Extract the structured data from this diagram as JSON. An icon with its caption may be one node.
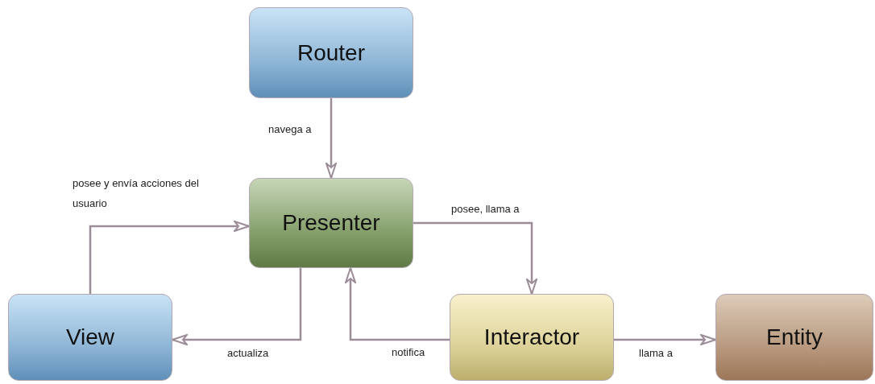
{
  "diagram": {
    "nodes": [
      {
        "text": [
          "Router"
        ]
      },
      {
        "text": [
          "Presenter"
        ]
      },
      {
        "text": [
          "View"
        ]
      },
      {
        "text": [
          "Interactor"
        ]
      },
      {
        "text": [
          "Entity"
        ]
      }
    ],
    "edges": [
      {
        "from": 0,
        "to": 1,
        "arrow": "to",
        "label": "navega a"
      },
      {
        "from": 2,
        "to": 1,
        "arrow": "to",
        "label": "posee y envía acciones del usuario"
      },
      {
        "from": 1,
        "to": 3,
        "arrow": "to",
        "label": "posee, llama a"
      },
      {
        "from": 1,
        "to": 2,
        "arrow": "to",
        "label": "actualiza"
      },
      {
        "from": 3,
        "to": 1,
        "arrow": "to",
        "label": "notifica"
      },
      {
        "from": 3,
        "to": 4,
        "arrow": "to",
        "label": "llama a"
      }
    ]
  }
}
